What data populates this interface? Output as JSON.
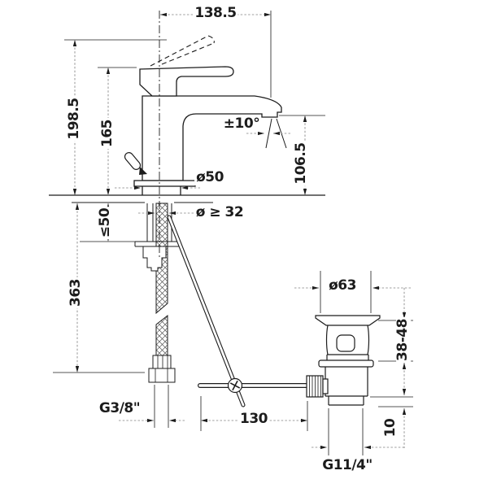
{
  "drawing": {
    "labels": {
      "spout_reach": "138.5",
      "total_height": "198.5",
      "body_height": "165",
      "stream_angle": "±10°",
      "spout_height": "106.5",
      "base_diameter": "ø50",
      "min_hole_diameter": "ø ≥ 32",
      "max_deck_thickness": "≤50",
      "hose_length": "363",
      "supply_connection": "G3/8\"",
      "rod_to_drain": "130",
      "waste_flange_diameter": "ø63",
      "basin_clamping_range": "38-48",
      "waste_lower_detail": "10",
      "waste_connection": "G11/4\""
    },
    "colors": {
      "object_line": "#1c1c1c",
      "dimension_line": "#9f9f9f",
      "background": "#ffffff"
    }
  }
}
